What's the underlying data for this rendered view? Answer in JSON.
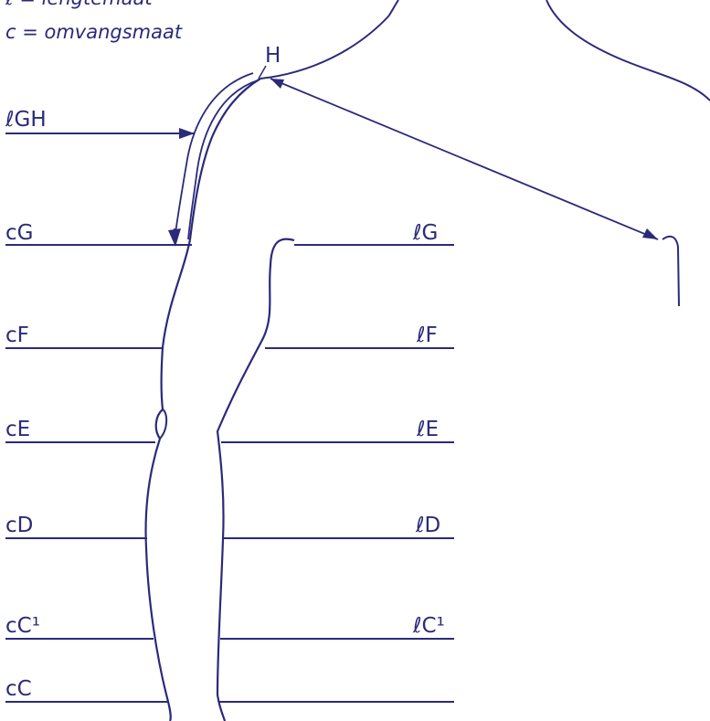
{
  "legend": {
    "length_line": "ℓ = lengtemaat",
    "circ_line": "c = omvangsmaat"
  },
  "labels": {
    "H": "H",
    "lGH": "ℓGH",
    "cG": "cG",
    "cF": "cF",
    "cE": "cE",
    "cD": "cD",
    "cC1": "cC¹",
    "cC": "cC",
    "lG": "ℓG",
    "lF": "ℓF",
    "lE": "ℓE",
    "lD": "ℓD",
    "lC1": "ℓC¹"
  },
  "colors": {
    "ink": "#2b2a7a"
  }
}
